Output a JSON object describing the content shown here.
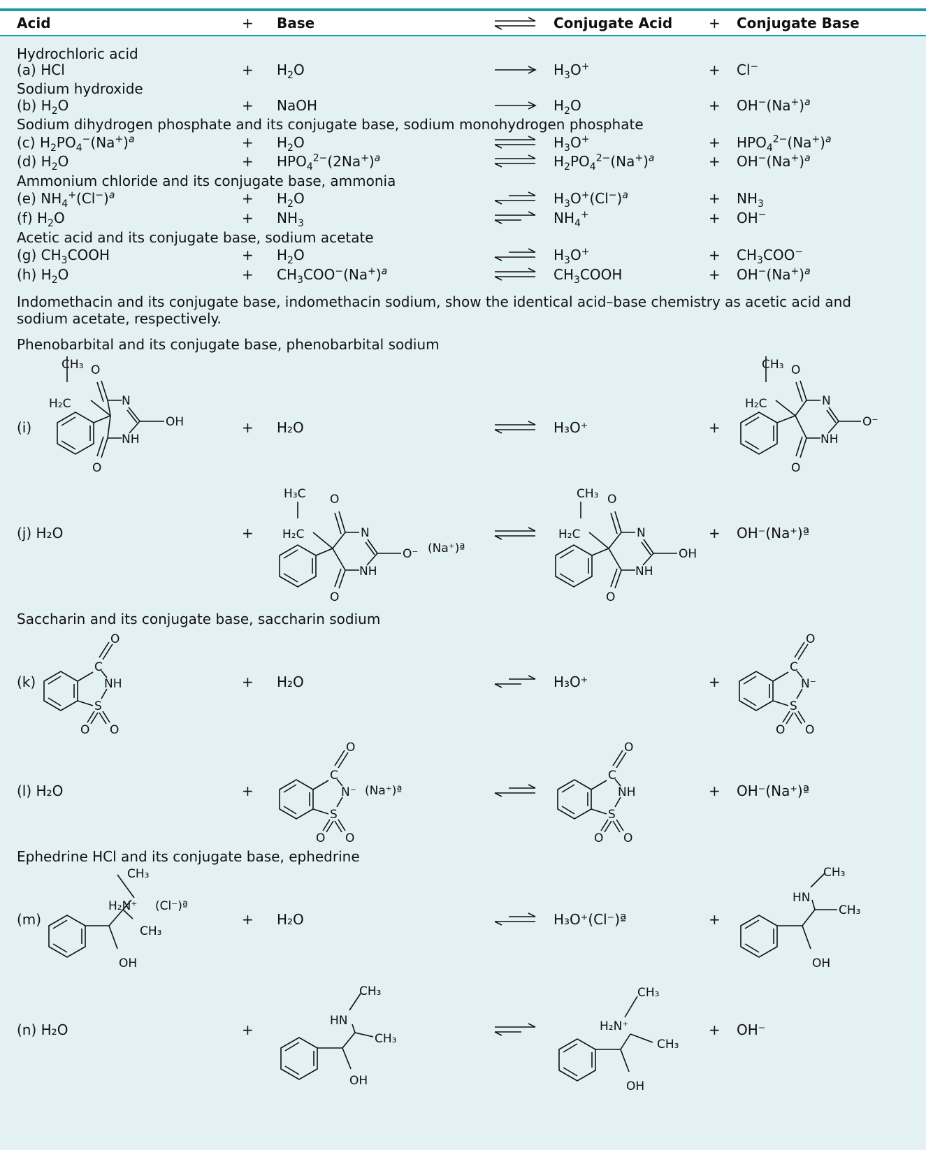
{
  "header": {
    "acid": "Acid",
    "plus": "+",
    "base": "Base",
    "conj_acid": "Conjugate Acid",
    "conj_base": "Conjugate Base"
  },
  "sections": {
    "hcl": "Hydrochloric acid",
    "naoh": "Sodium hydroxide",
    "phosphate": "Sodium dihydrogen phosphate and its conjugate base, sodium monohydrogen phosphate",
    "ammonium": "Ammonium chloride and its conjugate base, ammonia",
    "acetic": "Acetic acid and its conjugate base, sodium acetate",
    "indomethacin": "Indomethacin and its conjugate base, indomethacin sodium, show the identical acid–base chemistry as acetic acid and sodium acetate, respectively.",
    "phenobarbital": "Phenobarbital and its conjugate base, phenobarbital sodium",
    "saccharin": "Saccharin and its conjugate base, saccharin sodium",
    "ephedrine": "Ephedrine HCl and its conjugate base, ephedrine"
  },
  "labels": {
    "i": "(i)",
    "j": "(j) H₂O",
    "k": "(k)",
    "l": "(l) H₂O",
    "m": "(m)",
    "n": "(n) H₂O"
  },
  "species": {
    "h2o": "H₂O",
    "h3o": "H₃O⁺",
    "oh_na": "OH⁻(Na⁺)ª",
    "oh": "OH⁻",
    "h3o_cl": "H₃O⁺(Cl⁻)ª"
  },
  "structure_text": {
    "ch3": "CH₃",
    "h2c": "H₂C",
    "h3c": "H₃C",
    "o": "O",
    "n": "N",
    "nh": "NH",
    "oh": "OH",
    "o_minus": "O⁻",
    "na_a": "(Na⁺)ª",
    "c": "C",
    "s": "S",
    "n_minus": "N⁻",
    "h2n_plus": "H₂N⁺",
    "cl_a": "(Cl⁻)ª",
    "hn": "HN"
  }
}
